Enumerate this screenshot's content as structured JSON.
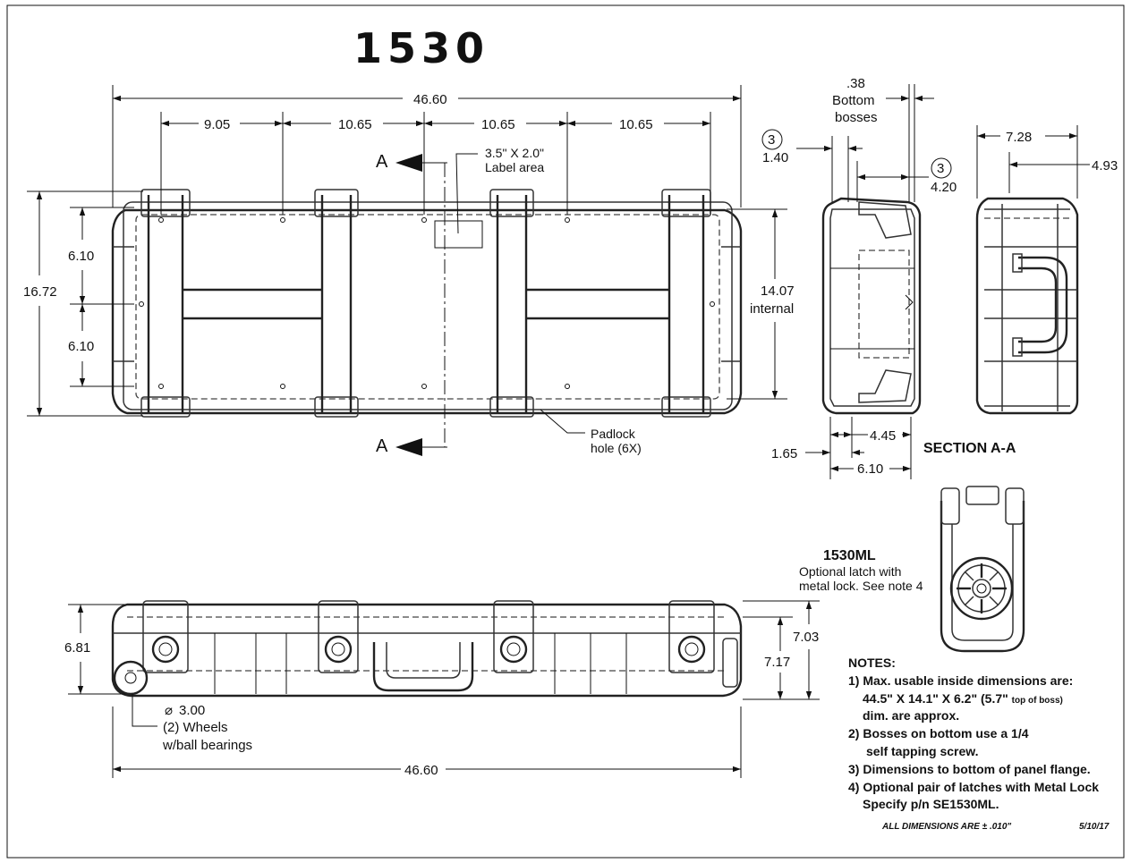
{
  "title": "1530",
  "top_view": {
    "overall_width": "46.60",
    "spacings": [
      "9.05",
      "10.65",
      "10.65",
      "10.65"
    ],
    "overall_height": "16.72",
    "latch_spacing_top": "6.10",
    "latch_spacing_bottom": "6.10",
    "internal_value": "14.07",
    "internal_label": "internal",
    "section_marker_top": "A",
    "section_marker_bottom": "A",
    "label_area_line1": "3.5\" X 2.0\"",
    "label_area_line2": "Label area",
    "padlock_line1": "Padlock",
    "padlock_line2": "hole (6X)"
  },
  "section_view": {
    "boss_value": ".38",
    "boss_line1": "Bottom",
    "boss_line2": "bosses",
    "note_ref_a": "3",
    "dim_a": "1.40",
    "note_ref_b": "3",
    "dim_b": "4.20",
    "dim_c": "1.65",
    "dim_d": "4.45",
    "dim_e": "6.10",
    "label": "SECTION A-A"
  },
  "end_view": {
    "width": "7.28",
    "offset": "4.93"
  },
  "latch_detail": {
    "name": "1530ML",
    "desc_line1": "Optional latch with",
    "desc_line2": "metal lock. See note 4"
  },
  "front_view": {
    "height_left": "6.81",
    "height_right_a": "7.17",
    "height_right_b": "7.03",
    "wheel_diameter": "3.00",
    "wheel_line1": "(2) Wheels",
    "wheel_line2": "w/ball bearings",
    "overall_width": "46.60"
  },
  "notes": {
    "heading": "NOTES:",
    "n1_line1": "1) Max. usable inside dimensions are:",
    "n1_line2": "44.5\" X 14.1\" X 6.2\" (5.7\"",
    "n1_small": "top of boss)",
    "n1_line3": "dim. are approx.",
    "n2_line1": "2) Bosses on bottom use a 1/4",
    "n2_line2": "self tapping screw.",
    "n3": "3) Dimensions to bottom of panel flange.",
    "n4_line1": "4) Optional pair of latches with Metal Lock",
    "n4_line2": "Specify p/n SE1530ML."
  },
  "footer": {
    "tolerance": "ALL DIMENSIONS ARE ± .010\"",
    "date": "5/10/17"
  }
}
